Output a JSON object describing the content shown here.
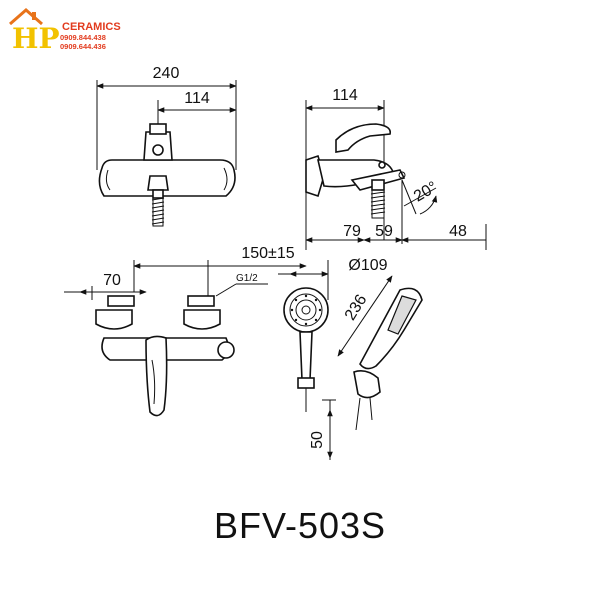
{
  "logo": {
    "letters": "HP",
    "brand": "CERAMICS",
    "phone1": "0909.844.438",
    "phone2": "0909.644.436",
    "colors": {
      "house": "#e8731a",
      "letters": "#f2c200",
      "text": "#e23b1e"
    }
  },
  "dimensions": {
    "top_width": "240",
    "top_inner": "114",
    "side_width": "114",
    "side_79": "79",
    "side_59": "59",
    "side_48": "48",
    "angle": "20°",
    "center_distance": "150±15",
    "offset_70": "70",
    "thread": "G1/2",
    "head_diameter": "Ø109",
    "handshower_length": "236",
    "bracket_height": "50"
  },
  "model": "BFV-503S"
}
